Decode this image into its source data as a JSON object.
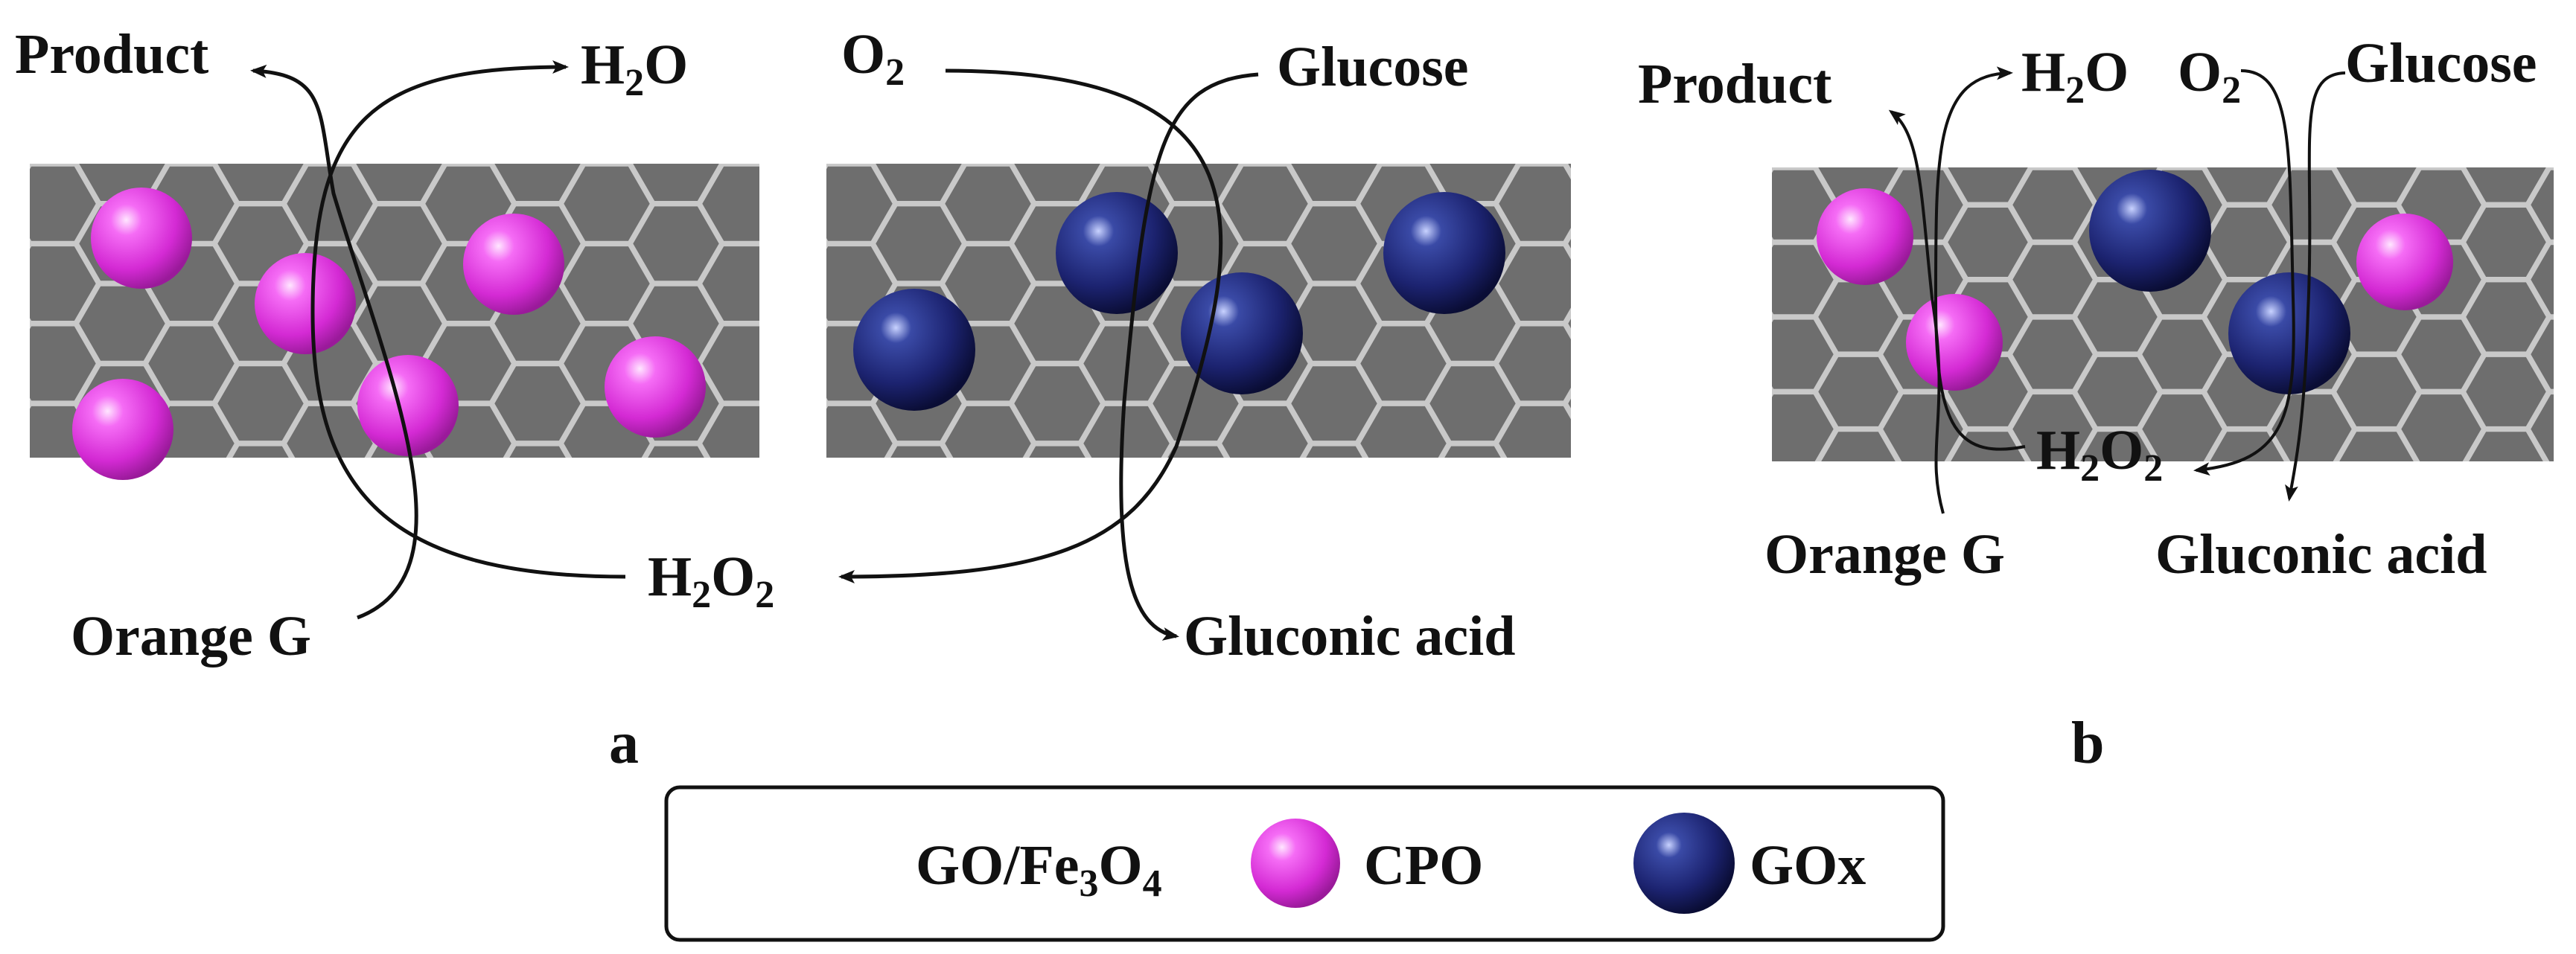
{
  "colors": {
    "sheet_fill": "#6e6e6e",
    "sheet_edge": "#c9c9c9",
    "cpo": "#e040e0",
    "cpo_dark": "#9a1a9a",
    "gox": "#1c2370",
    "gox_dark": "#0a0d35",
    "arrow": "#111111"
  },
  "icons": {
    "sheet": "hexagonal-sheet-icon",
    "cpo": "magenta-sphere-icon",
    "gox": "navy-sphere-icon"
  },
  "panel_a": {
    "letter": "a",
    "product": "Product",
    "water": {
      "main": "H",
      "sub1": "2",
      "tail": "O"
    },
    "oxygen": {
      "main": "O",
      "sub1": "2"
    },
    "glucose": "Glucose",
    "h2o2": {
      "main": "H",
      "sub1": "2",
      "mid": "O",
      "sub2": "2"
    },
    "orange_g": "Orange G",
    "gluconic_acid": "Gluconic acid"
  },
  "panel_b": {
    "letter": "b",
    "product": "Product",
    "water": {
      "main": "H",
      "sub1": "2",
      "tail": "O"
    },
    "oxygen": {
      "main": "O",
      "sub1": "2"
    },
    "glucose": "Glucose",
    "h2o2": {
      "main": "H",
      "sub1": "2",
      "mid": "O",
      "sub2": "2"
    },
    "orange_g": "Orange G",
    "gluconic_acid": "Gluconic acid"
  },
  "legend": {
    "sheet_label": {
      "a": "GO/Fe",
      "s1": "3",
      "b": "O",
      "s2": "4"
    },
    "cpo_label": "CPO",
    "gox_label": "GOx"
  }
}
